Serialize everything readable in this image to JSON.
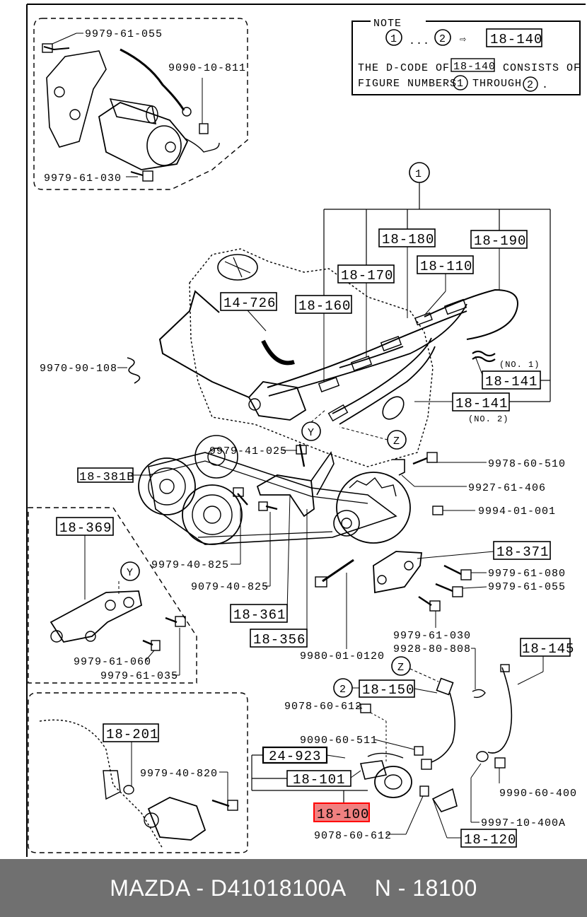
{
  "note": {
    "title": "NOTE",
    "from_num": "1",
    "dots": "...",
    "to_num": "2",
    "arrow": "⇨",
    "code": "18-140",
    "line1_prefix": "THE D-CODE OF",
    "line1_code": "18-140",
    "line1_suffix": "CONSISTS OF",
    "line2_prefix": "FIGURE NUMBERS",
    "line2_from": "1",
    "line2_mid": "THROUGH",
    "line2_to": "2",
    "line2_end": "."
  },
  "callouts": {
    "c1": "1",
    "c2": "2",
    "y_main": "Y",
    "y_inset": "Y",
    "z_main": "Z",
    "z_lower": "Z"
  },
  "boxes": {
    "b18180": "18-180",
    "b18190": "18-190",
    "b18110": "18-110",
    "b18170": "18-170",
    "b14726": "14-726",
    "b18160": "18-160",
    "b18141a": "18-141",
    "b18141b": "18-141",
    "b18381B": "18-381B",
    "b18369": "18-369",
    "b18371": "18-371",
    "b18361": "18-361",
    "b18356": "18-356",
    "b18145": "18-145",
    "b18150": "18-150",
    "b18201": "18-201",
    "b24923": "24-923",
    "b18101": "18-101",
    "b18100": "18-100",
    "b18120": "18-120"
  },
  "labels": {
    "l9979_61_055_top": "9979-61-055",
    "l9090_10_811": "9090-10-811",
    "l9979_61_030_top": "9979-61-030",
    "l9970_90_108": "9970-90-108",
    "no1": "(NO. 1)",
    "no2": "(NO. 2)",
    "l9979_41_025": "9979-41-025",
    "l9978_60_510": "9978-60-510",
    "l9927_61_406": "9927-61-406",
    "l9994_01_001": "9994-01-001",
    "l9979_61_080": "9979-61-080",
    "l9979_61_055_mid": "9979-61-055",
    "l9979_40_825": "9979-40-825",
    "l9079_40_825": "9079-40-825",
    "l9979_61_030_mid": "9979-61-030",
    "l9928_80_808": "9928-80-808",
    "l9980_01_0120": "9980-01-0120",
    "l9979_61_060": "9979-61-060",
    "l9979_61_035": "9979-61-035",
    "l9078_60_612_top": "9078-60-612",
    "l9090_60_511": "9090-60-511",
    "l9979_40_820": "9979-40-820",
    "l9990_60_400": "9990-60-400",
    "l9997_10_400A": "9997-10-400A",
    "l9078_60_612_bot": "9078-60-612"
  },
  "footer": {
    "brand_part": "MAZDA - D41018100A",
    "code": "N - 18100"
  },
  "colors": {
    "highlight_fill": "#f08080",
    "highlight_stroke": "#ff0000",
    "footer_bg": "#707070"
  }
}
